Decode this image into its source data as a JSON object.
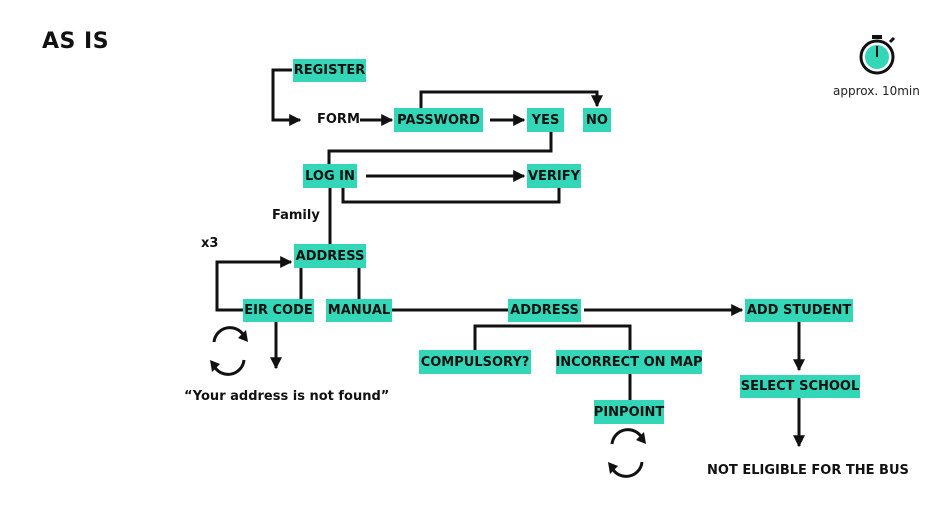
{
  "title": "AS IS",
  "timer": {
    "label": "approx. 10min",
    "icon": "stopwatch-icon",
    "accent": "#33d6b7"
  },
  "colors": {
    "box": "#33d6b7",
    "line": "#111111"
  },
  "nodes": {
    "register": "REGISTER",
    "form": "FORM",
    "password": "PASSWORD",
    "yes": "YES",
    "no": "NO",
    "log_in": "LOG IN",
    "verify": "VERIFY",
    "family": "Family",
    "address": "ADDRESS",
    "x3": "x3",
    "eir_code": "EIR CODE",
    "manual": "MANUAL",
    "address2": "ADDRESS",
    "add_student": "ADD STUDENT",
    "compulsory": "COMPULSORY?",
    "incorrect_on_map": "INCORRECT ON MAP",
    "pinpoint": "PINPOINT",
    "select_school": "SELECT SCHOOL",
    "not_found": "“Your address is not found”",
    "not_eligible": "NOT ELIGIBLE FOR THE BUS"
  }
}
